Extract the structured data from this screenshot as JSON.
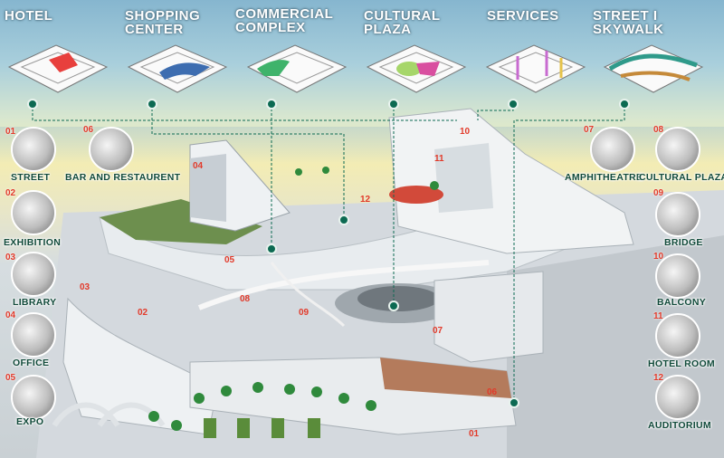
{
  "categories": [
    {
      "label": "HOTEL",
      "icon": "hotel-icon",
      "accent": "#e8403d"
    },
    {
      "label": "SHOPPING\nCENTER",
      "icon": "shopping-center-icon",
      "accent": "#3d6db0"
    },
    {
      "label": "COMMERCIAL\nCOMPLEX",
      "icon": "commercial-complex-icon",
      "accent": "#3fb36b"
    },
    {
      "label": "CULTURAL\nPLAZA",
      "icon": "cultural-plaza-icon",
      "accent": "#d94fa0"
    },
    {
      "label": "SERVICES",
      "icon": "services-icon",
      "accent": "#c86bd0"
    },
    {
      "label": "STREET I SKYWALK",
      "icon": "street-skywalk-icon",
      "accent": "#2f9a8a"
    }
  ],
  "left_items": [
    {
      "num": "01",
      "label": "STREET",
      "icon": "street-photo-icon"
    },
    {
      "num": "02",
      "label": "EXHIBITION",
      "icon": "exhibition-photo-icon"
    },
    {
      "num": "03",
      "label": "LIBRARY",
      "icon": "library-photo-icon"
    },
    {
      "num": "04",
      "label": "OFFICE",
      "icon": "office-photo-icon"
    },
    {
      "num": "05",
      "label": "EXPO",
      "icon": "expo-photo-icon"
    }
  ],
  "mid_items": [
    {
      "num": "06",
      "label": "BAR AND RESTAURENT",
      "icon": "bar-restaurant-photo-icon"
    },
    {
      "num": "07",
      "label": "AMPHITHEATRE",
      "icon": "amphitheatre-photo-icon"
    }
  ],
  "right_items": [
    {
      "num": "08",
      "label": "CULTURAL PLAZA",
      "icon": "cultural-plaza-photo-icon"
    },
    {
      "num": "09",
      "label": "BRIDGE",
      "icon": "bridge-photo-icon"
    },
    {
      "num": "10",
      "label": "BALCONY",
      "icon": "balcony-photo-icon"
    },
    {
      "num": "11",
      "label": "HOTEL ROOM",
      "icon": "hotel-room-photo-icon"
    },
    {
      "num": "12",
      "label": "AUDITORIUM",
      "icon": "auditorium-photo-icon"
    }
  ],
  "plan_markers": [
    "01",
    "02",
    "03",
    "04",
    "05",
    "06",
    "07",
    "08",
    "09",
    "10",
    "11",
    "12"
  ],
  "colors": {
    "leader": "#0c6a52",
    "marker_text": "#e23a2a",
    "label_text": "#114a3a"
  }
}
